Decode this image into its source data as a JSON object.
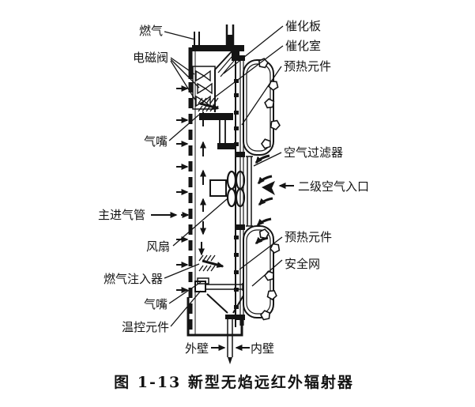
{
  "figure": {
    "caption": "图 1-13  新型无焰远红外辐射器"
  },
  "labels": {
    "fuel_gas": "燃气",
    "solenoid_valve": "电磁阀",
    "nozzle_top": "气嘴",
    "main_gas_pipe": "主进气管",
    "fan": "风扇",
    "gas_injector": "燃气注入器",
    "nozzle_bottom": "气嘴",
    "thermo_control": "温控元件",
    "outer_wall": "外壁",
    "inner_wall": "内壁",
    "catalytic_plate": "催化板",
    "catalytic_chamber": "催化室",
    "preheat_element_top": "预热元件",
    "air_filter": "空气过滤器",
    "secondary_air_inlet": "二级空气入口",
    "preheat_element_bottom": "预热元件",
    "safety_net": "安全网"
  },
  "colors": {
    "ink": "#141414",
    "background": "#ffffff"
  }
}
